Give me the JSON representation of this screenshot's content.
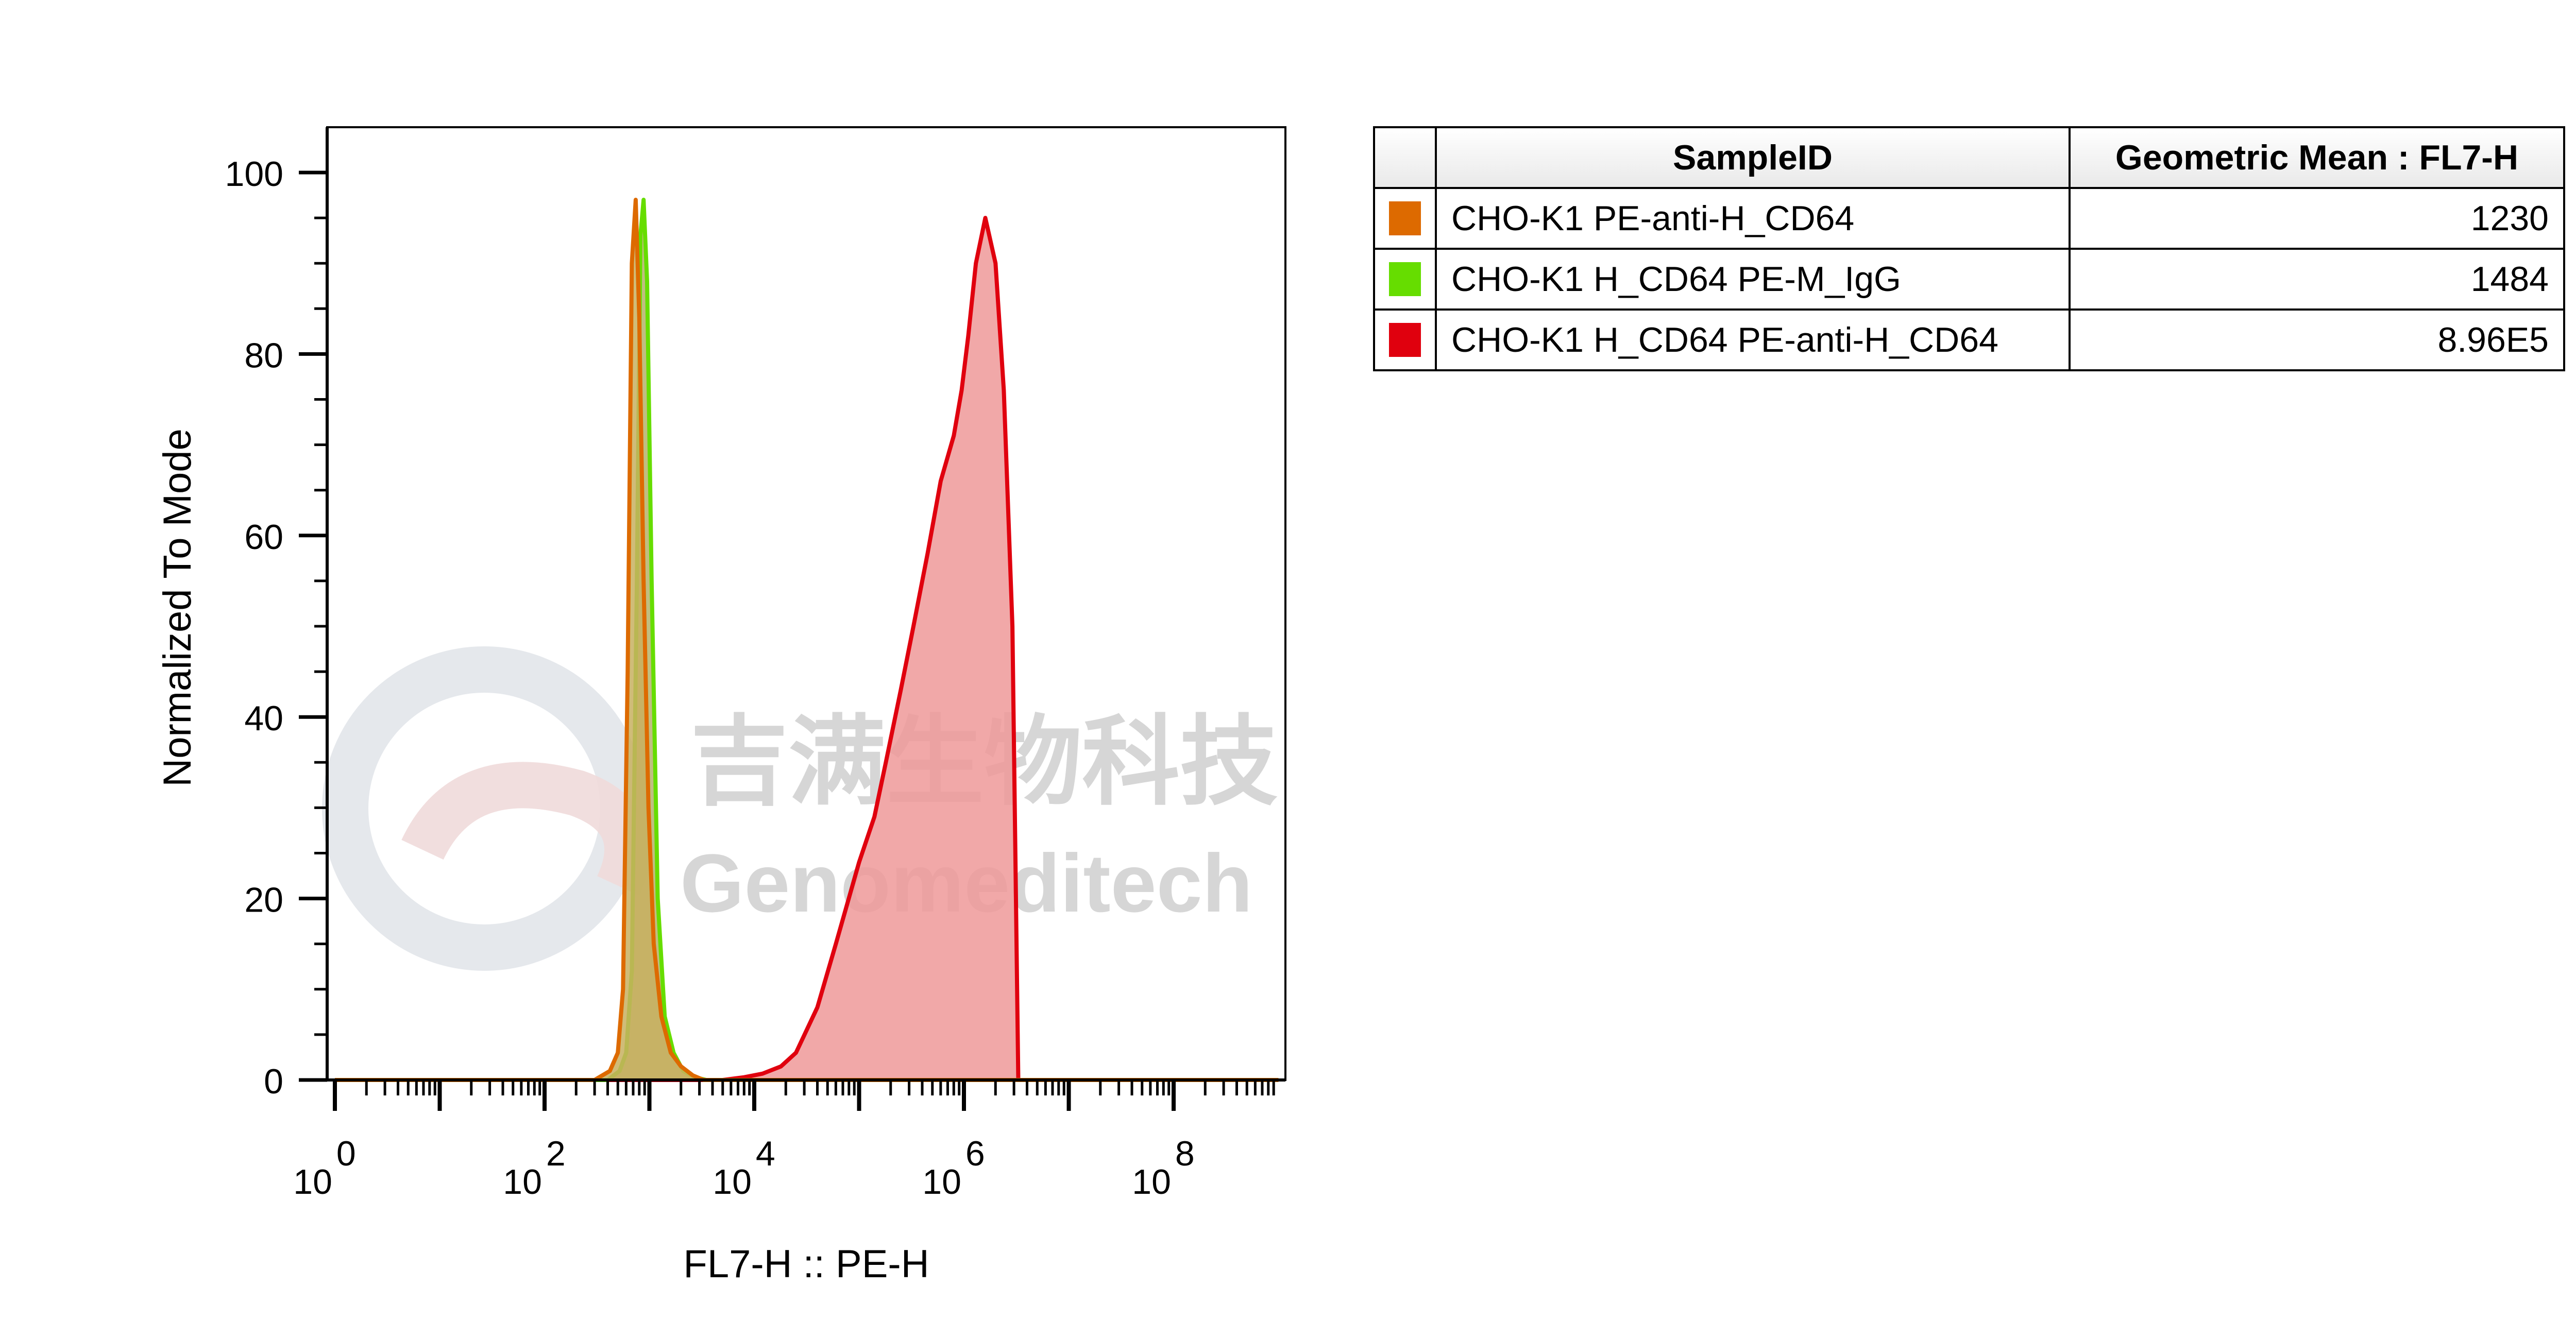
{
  "watermark": {
    "cn": "吉满生物科技",
    "en": "Genomeditech"
  },
  "chart_data": {
    "type": "area",
    "xlabel": "FL7-H :: PE-H",
    "ylabel": "Normalized To Mode",
    "x_scale": "log10",
    "xlim": [
      1,
      1000000000
    ],
    "ylim": [
      0,
      100
    ],
    "y_ticks": [
      0,
      20,
      40,
      60,
      80,
      100
    ],
    "x_ticks": [
      {
        "base": "10",
        "exp": "0"
      },
      {
        "base": "10",
        "exp": "2"
      },
      {
        "base": "10",
        "exp": "4"
      },
      {
        "base": "10",
        "exp": "6"
      },
      {
        "base": "10",
        "exp": "8"
      }
    ],
    "grid": false,
    "legend": "table-right",
    "series": [
      {
        "name": "CHO-K1 H_CD64 PE-anti-H_CD64",
        "color": "#e0000e",
        "fill": "#ee9999",
        "x": [
          1,
          5000,
          8000,
          12000,
          18000,
          25000,
          40000,
          60000,
          100000,
          140000,
          180000,
          250000,
          330000,
          450000,
          600000,
          800000,
          950000,
          1100000,
          1300000,
          1600000,
          2000000,
          2400000,
          2900000,
          3300000,
          1000000000
        ],
        "y": [
          0,
          0,
          0.3,
          0.7,
          1.5,
          3,
          8,
          15,
          24,
          29,
          35,
          43,
          50,
          58,
          66,
          71,
          76,
          82,
          90,
          95,
          90,
          76,
          50,
          0,
          0
        ]
      },
      {
        "name": "CHO-K1 H_CD64 PE-M_IgG",
        "color": "#66dd00",
        "fill": "#b5b36b",
        "x": [
          1,
          400,
          520,
          600,
          680,
          760,
          820,
          880,
          950,
          1050,
          1200,
          1400,
          1700,
          2100,
          2700,
          3500,
          1000000000
        ],
        "y": [
          0,
          0,
          1,
          3,
          12,
          55,
          93,
          97,
          88,
          55,
          20,
          7,
          3,
          1,
          0.3,
          0,
          0
        ]
      },
      {
        "name": "CHO-K1 PE-anti-H_CD64",
        "color": "#dd6a00",
        "fill": "#c8b060",
        "x": [
          1,
          300,
          420,
          500,
          560,
          620,
          680,
          740,
          800,
          880,
          980,
          1100,
          1300,
          1600,
          2000,
          2600,
          3300,
          1000000000
        ],
        "y": [
          0,
          0,
          1,
          3,
          10,
          45,
          90,
          97,
          84,
          55,
          30,
          15,
          7,
          3,
          1.5,
          0.5,
          0,
          0
        ]
      }
    ]
  },
  "stats_table": {
    "headers": {
      "sample": "SampleID",
      "value": "Geometric Mean : FL7-H"
    },
    "rows": [
      {
        "color": "#dd6a00",
        "sample": "CHO-K1 PE-anti-H_CD64",
        "value": "1230"
      },
      {
        "color": "#66dd00",
        "sample": "CHO-K1 H_CD64 PE-M_IgG",
        "value": "1484"
      },
      {
        "color": "#e0000e",
        "sample": "CHO-K1 H_CD64 PE-anti-H_CD64",
        "value": "8.96E5"
      }
    ]
  }
}
